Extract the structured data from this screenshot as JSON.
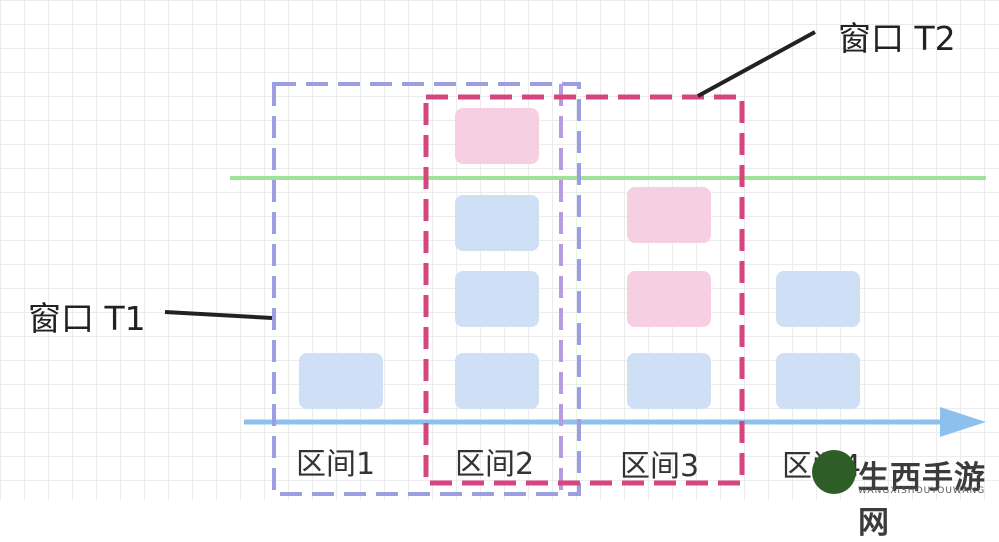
{
  "labels": {
    "window_t1": "窗口 T1",
    "window_t2": "窗口 T2"
  },
  "intervals": [
    "区间1",
    "区间2",
    "区间3",
    "区间4"
  ],
  "watermark": {
    "title": "生西手游网",
    "subtitle": "WANGXISHOUYOUWANG"
  },
  "colors": {
    "window_t1": "#9b9ee0",
    "window_t2": "#d6457f",
    "divider": "#b79be0",
    "green_line": "#9fe39a",
    "axis": "#8ec0ee",
    "blue_block": "#cfe0f6",
    "pink_block": "#f6cfe2"
  },
  "blocks": [
    {
      "interval": 1,
      "level": 1,
      "color": "blue"
    },
    {
      "interval": 2,
      "level": 1,
      "color": "blue"
    },
    {
      "interval": 2,
      "level": 2,
      "color": "blue"
    },
    {
      "interval": 2,
      "level": 3,
      "color": "blue"
    },
    {
      "interval": 2,
      "level": 4,
      "color": "pink"
    },
    {
      "interval": 3,
      "level": 1,
      "color": "blue"
    },
    {
      "interval": 3,
      "level": 2,
      "color": "pink"
    },
    {
      "interval": 3,
      "level": 3,
      "color": "pink"
    },
    {
      "interval": 4,
      "level": 1,
      "color": "blue"
    },
    {
      "interval": 4,
      "level": 2,
      "color": "blue"
    }
  ]
}
